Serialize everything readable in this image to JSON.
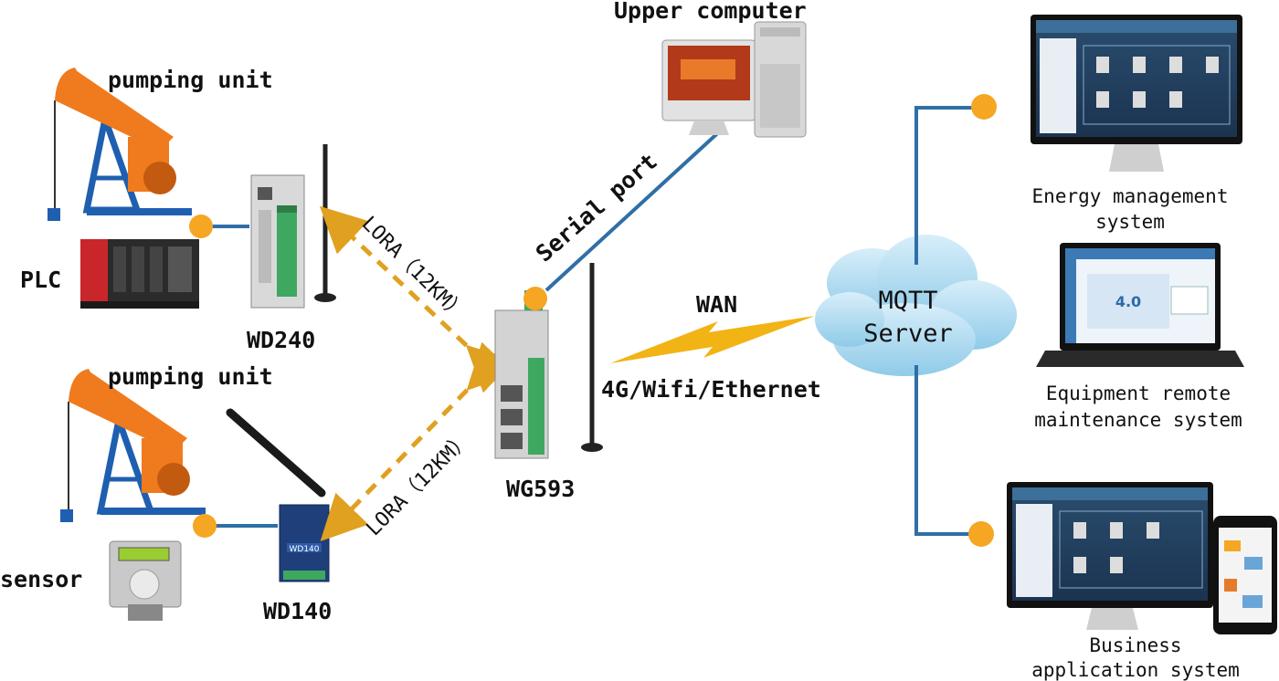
{
  "labels": {
    "pumping_unit_top": "pumping unit",
    "plc": "PLC",
    "wd240": "WD240",
    "pumping_unit_bottom": "pumping unit",
    "sensor": "sensor",
    "wd140": "WD140",
    "lora_top": "LORA（12KM）",
    "lora_bottom": "LORA（12KM）",
    "wg593": "WG593",
    "serial_port": "Serial port",
    "upper_computer": "Upper computer",
    "wan": "WAN",
    "network": "4G/Wifi/Ethernet",
    "mqtt_line1": "MQTT",
    "mqtt_line2": "Server",
    "energy_line1": "Energy management",
    "energy_line2": "system",
    "equip_line1": "Equipment remote",
    "equip_line2": "maintenance system",
    "business_line1": "Business",
    "business_line2": "application system",
    "device_brand": "WD140",
    "screen_version": "4.0"
  },
  "colors": {
    "link_blue": "#2f6fa6",
    "node_orange": "#f5a623",
    "lora_orange": "#e0a020",
    "wan_yellow": "#f2b315",
    "cloud": "#a8d8ef",
    "pump_orange": "#f07a1e",
    "pump_blue": "#1f5fb0"
  }
}
